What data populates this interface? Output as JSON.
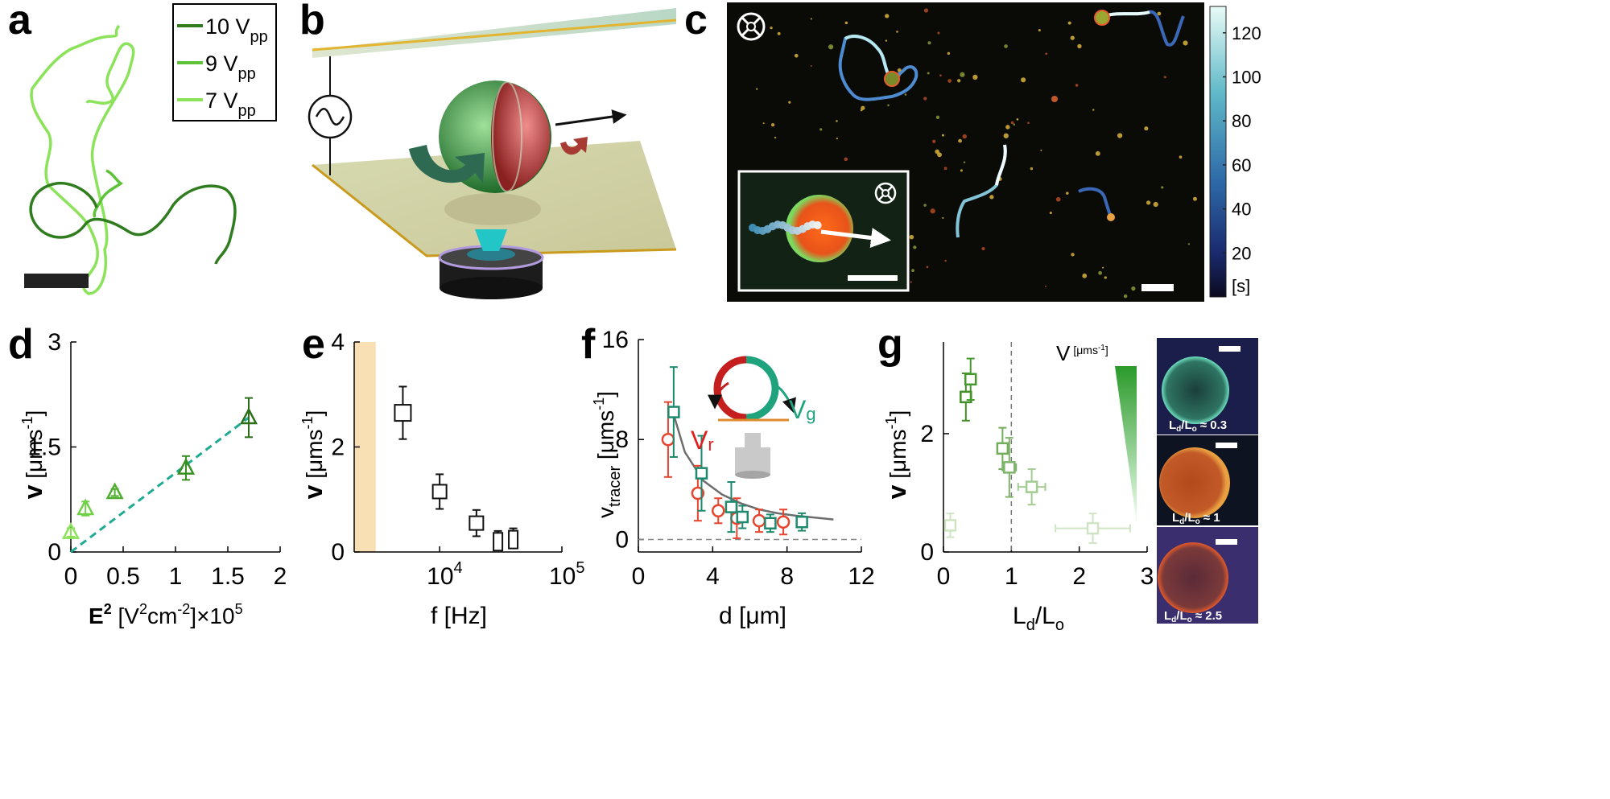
{
  "panels": {
    "a": {
      "label": "a",
      "legend": [
        {
          "main": "10 V",
          "sub": "pp",
          "color": "#2f7d1e"
        },
        {
          "main": "9 V",
          "sub": "pp",
          "color": "#5fc33a"
        },
        {
          "main": "7 V",
          "sub": "pp",
          "color": "#8be35a"
        }
      ]
    },
    "b": {
      "label": "b"
    },
    "c": {
      "label": "c",
      "colorbar_ticks": [
        "120",
        "100",
        "80",
        "60",
        "40",
        "20"
      ],
      "colorbar_unit": "[s]"
    },
    "d": {
      "label": "d"
    },
    "e": {
      "label": "e"
    },
    "f": {
      "label": "f",
      "inset_vr": "V",
      "inset_vr_sub": "r",
      "inset_vg": "V",
      "inset_vg_sub": "g"
    },
    "g": {
      "label": "g",
      "gradient_label": "V",
      "gradient_unit": "[μms",
      "gradient_unit_sup": "-1",
      "gradient_unit_end": "]",
      "micrographs": [
        {
          "main": "L",
          "sub1": "d",
          "mid": "/L",
          "sub2": "o",
          "value": " ≈ 0.3"
        },
        {
          "main": "L",
          "sub1": "d",
          "mid": "/L",
          "sub2": "o",
          "value": " ≈ 1"
        },
        {
          "main": "L",
          "sub1": "d",
          "mid": "/L",
          "sub2": "o",
          "value": " ≈ 2.5"
        }
      ]
    }
  },
  "chart_data": [
    {
      "id": "d",
      "type": "scatter",
      "ylabel": "v",
      "ylabel_unit": "[μms",
      "ylabel_unit_sup": "-1",
      "ylabel_unit_end": "]",
      "xlabel": "E",
      "xlabel_sup": "2",
      "xlabel_unit": " [V",
      "xlabel_unit_sup": "2",
      "xlabel_unit_mid": "cm",
      "xlabel_unit_sup2": "-2",
      "xlabel_unit_end": "]×10",
      "xlabel_unit_sup3": "5",
      "xlim": [
        0,
        2
      ],
      "ylim": [
        0,
        3
      ],
      "xticks": [
        {
          "v": 0,
          "t": "0"
        },
        {
          "v": 0.5,
          "t": "0.5"
        },
        {
          "v": 1,
          "t": "1"
        },
        {
          "v": 1.5,
          "t": "1.5"
        },
        {
          "v": 2,
          "t": "2"
        }
      ],
      "yticks": [
        {
          "v": 0,
          "t": "0"
        },
        {
          "v": 1.5,
          "t": "1.5"
        },
        {
          "v": 3,
          "t": "3"
        }
      ],
      "points": [
        {
          "x": 0.0,
          "y": 0.28,
          "err": 0.06,
          "color": "#8be35a"
        },
        {
          "x": 0.14,
          "y": 0.62,
          "err": 0.1,
          "color": "#6fd046"
        },
        {
          "x": 0.42,
          "y": 0.85,
          "err": 0.05,
          "color": "#4fae2f"
        },
        {
          "x": 1.1,
          "y": 1.2,
          "err": 0.17,
          "color": "#3a8f24"
        },
        {
          "x": 1.7,
          "y": 1.92,
          "err": 0.28,
          "color": "#2a6e18"
        }
      ],
      "fit": {
        "x": [
          0,
          1.7
        ],
        "y": [
          0,
          1.92
        ],
        "color": "#1faa93"
      }
    },
    {
      "id": "e",
      "type": "scatter",
      "ylabel": "v",
      "ylabel_unit": "[μms",
      "ylabel_unit_sup": "-1",
      "ylabel_unit_end": "]",
      "xlabel": "f [Hz]",
      "xscale": "log",
      "xlim": [
        2000,
        100000
      ],
      "ylim": [
        0,
        4
      ],
      "xticks": [
        {
          "v": 10000,
          "base": "10",
          "exp": "4"
        },
        {
          "v": 100000,
          "base": "10",
          "exp": "5"
        }
      ],
      "yticks": [
        {
          "v": 0,
          "t": "0"
        },
        {
          "v": 2,
          "t": "2"
        },
        {
          "v": 4,
          "t": "4"
        }
      ],
      "shaded_region": [
        2000,
        3000
      ],
      "points": [
        {
          "x": 5000,
          "y": 2.65,
          "err": 0.5
        },
        {
          "x": 10000,
          "y": 1.15,
          "err": 0.33
        },
        {
          "x": 20000,
          "y": 0.55,
          "err": 0.25
        },
        {
          "x": 30000,
          "y": 0.28,
          "err": 0.12
        },
        {
          "x": 40000,
          "y": 0.32,
          "err": 0.13
        }
      ]
    },
    {
      "id": "f",
      "type": "scatter",
      "ylabel": "v",
      "ylabel_sub": "tracer",
      "ylabel_unit": " [μms",
      "ylabel_unit_sup": "-1",
      "ylabel_unit_end": "]",
      "xlabel": "d [μm]",
      "xlim": [
        0,
        12
      ],
      "ylim": [
        -1,
        16
      ],
      "xticks": [
        {
          "v": 0,
          "t": "0"
        },
        {
          "v": 4,
          "t": "4"
        },
        {
          "v": 8,
          "t": "8"
        },
        {
          "v": 12,
          "t": "12"
        }
      ],
      "yticks": [
        {
          "v": 0,
          "t": "0"
        },
        {
          "v": 8,
          "t": "8"
        },
        {
          "v": 16,
          "t": "16"
        }
      ],
      "series": [
        {
          "marker": "circle",
          "color": "#e8442e",
          "points": [
            {
              "x": 1.6,
              "y": 8.0,
              "err": 3.0
            },
            {
              "x": 3.2,
              "y": 3.7,
              "err": 2.2
            },
            {
              "x": 4.3,
              "y": 2.3,
              "err": 1.0
            },
            {
              "x": 5.3,
              "y": 1.7,
              "err": 1.6
            },
            {
              "x": 6.5,
              "y": 1.5,
              "err": 0.9
            },
            {
              "x": 7.8,
              "y": 1.4,
              "err": 1.0
            }
          ]
        },
        {
          "marker": "square",
          "color": "#1d8a6e",
          "points": [
            {
              "x": 1.9,
              "y": 10.2,
              "err": 3.6
            },
            {
              "x": 3.4,
              "y": 5.3,
              "err": 3.0
            },
            {
              "x": 5.0,
              "y": 2.6,
              "err": 2.0
            },
            {
              "x": 5.6,
              "y": 1.8,
              "err": 0.9
            },
            {
              "x": 7.1,
              "y": 1.3,
              "err": 0.7
            },
            {
              "x": 8.8,
              "y": 1.4,
              "err": 0.7
            }
          ]
        }
      ],
      "fit": {
        "x": [
          1.8,
          2.5,
          3.5,
          4.5,
          5.5,
          6.5,
          7.5,
          8.5,
          9.5,
          10.5
        ],
        "y": [
          10.5,
          7.0,
          4.7,
          3.6,
          2.9,
          2.4,
          2.1,
          1.9,
          1.75,
          1.6
        ],
        "color": "#6d6d6d"
      },
      "zero_line": 0
    },
    {
      "id": "g",
      "type": "scatter",
      "ylabel": "v",
      "ylabel_unit": "[μms",
      "ylabel_unit_sup": "-1",
      "ylabel_unit_end": "]",
      "xlabel": "L",
      "xlabel_sub": "d",
      "xlabel_mid": "/L",
      "xlabel_sub2": "o",
      "xlim": [
        0,
        3
      ],
      "ylim": [
        0,
        3.55
      ],
      "xticks": [
        {
          "v": 0,
          "t": "0"
        },
        {
          "v": 1,
          "t": "1"
        },
        {
          "v": 2,
          "t": "2"
        },
        {
          "v": 3,
          "t": "3"
        }
      ],
      "yticks": [
        {
          "v": 0,
          "t": "0"
        },
        {
          "v": 2,
          "t": "2"
        }
      ],
      "vline": 1,
      "points": [
        {
          "x": 0.1,
          "y": 0.45,
          "xerr": 0.06,
          "yerr": 0.2,
          "color": "#cde5c0"
        },
        {
          "x": 0.33,
          "y": 2.62,
          "xerr": 0.07,
          "yerr": 0.4,
          "color": "#3f8f25"
        },
        {
          "x": 0.4,
          "y": 2.92,
          "xerr": 0.07,
          "yerr": 0.35,
          "color": "#46982c"
        },
        {
          "x": 0.87,
          "y": 1.75,
          "xerr": 0.07,
          "yerr": 0.35,
          "color": "#72ad5a"
        },
        {
          "x": 0.97,
          "y": 1.43,
          "xerr": 0.1,
          "yerr": 0.5,
          "color": "#7fb56a"
        },
        {
          "x": 1.3,
          "y": 1.1,
          "xerr": 0.2,
          "yerr": 0.3,
          "color": "#a3cb92"
        },
        {
          "x": 2.2,
          "y": 0.4,
          "xerr": 0.55,
          "yerr": 0.25,
          "color": "#cfe4c4"
        }
      ]
    }
  ]
}
